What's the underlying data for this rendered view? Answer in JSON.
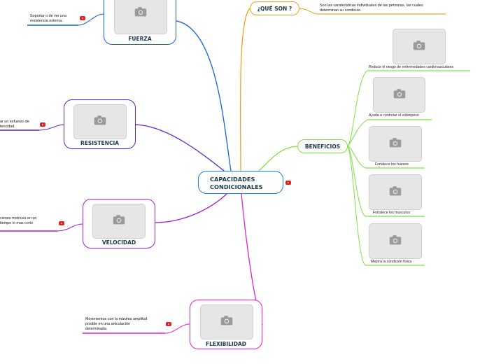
{
  "colors": {
    "fuerza": "#1a5fd6",
    "resistencia": "#5b1fd6",
    "velocidad": "#a21fd6",
    "flexibilidad": "#e020d0",
    "que_son": "#f0a020",
    "beneficios": "#7ee040",
    "center": "#1a7fd6",
    "badge": "#e02424"
  },
  "center": {
    "title_line1": "CAPACIDADES",
    "title_line2": "CONDICIONALES"
  },
  "fuerza": {
    "label": "FUERZA",
    "note": "Soportar o de ver una\nresistencia externa."
  },
  "resistencia": {
    "label": "RESISTENCIA",
    "note": "ar un esfuerzo de\ntencidad."
  },
  "velocidad": {
    "label": "VELOCIDAD",
    "note": "ciones motrices en un\ntiempo lo mas corto"
  },
  "flexibilidad": {
    "label": "FLEXIBILIDAD",
    "note": "Movimientos con la máxima amplitud\nposible en una articulación\ndeterminada."
  },
  "que_son": {
    "label": "¿QUÉ SON ?",
    "note": "Son las caraterísticas individuales de las personas, las cuales\ndeterminan su condicion."
  },
  "beneficios": {
    "label": "BENEFICIOS",
    "items": [
      {
        "label": "Reduce el riesgo de enfermedades cardiovasculares"
      },
      {
        "label": "Ayuda a controlar el sobrepeso"
      },
      {
        "label": "Fortalece los huesos"
      },
      {
        "label": "Fortalece los musculos"
      },
      {
        "label": "Mejora la condición física"
      }
    ]
  },
  "icons": {
    "image_placeholder": "camera-icon",
    "attachment": "video-badge-icon"
  }
}
